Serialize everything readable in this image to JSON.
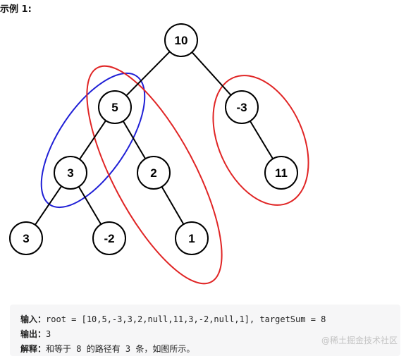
{
  "heading": "示例 1:",
  "tree": {
    "nodes": [
      {
        "id": "n10",
        "label": "10"
      },
      {
        "id": "n5",
        "label": "5"
      },
      {
        "id": "n-3",
        "label": "-3"
      },
      {
        "id": "n3a",
        "label": "3"
      },
      {
        "id": "n2",
        "label": "2"
      },
      {
        "id": "n11",
        "label": "11"
      },
      {
        "id": "n3b",
        "label": "3"
      },
      {
        "id": "n-2",
        "label": "-2"
      },
      {
        "id": "n1",
        "label": "1"
      }
    ],
    "edges": [
      [
        "n10",
        "n5"
      ],
      [
        "n10",
        "n-3"
      ],
      [
        "n5",
        "n3a"
      ],
      [
        "n5",
        "n2"
      ],
      [
        "n-3",
        "n11"
      ],
      [
        "n3a",
        "n3b"
      ],
      [
        "n3a",
        "n-2"
      ],
      [
        "n2",
        "n1"
      ]
    ],
    "highlighted_paths": [
      {
        "nodes": [
          "n5",
          "n3a"
        ],
        "color": "#1f1fd6"
      },
      {
        "nodes": [
          "n5",
          "n2",
          "n1"
        ],
        "color": "#e02424"
      },
      {
        "nodes": [
          "n-3",
          "n11"
        ],
        "color": "#e02424"
      }
    ]
  },
  "example": {
    "input_label": "输入：",
    "input_value": "root = [10,5,-3,3,2,null,11,3,-2,null,1], targetSum = 8",
    "output_label": "输出：",
    "output_value": "3",
    "explain_label": "解释：",
    "explain_value": "和等于 8 的路径有 3 条，如图所示。"
  },
  "watermark": "@稀土掘金技术社区"
}
